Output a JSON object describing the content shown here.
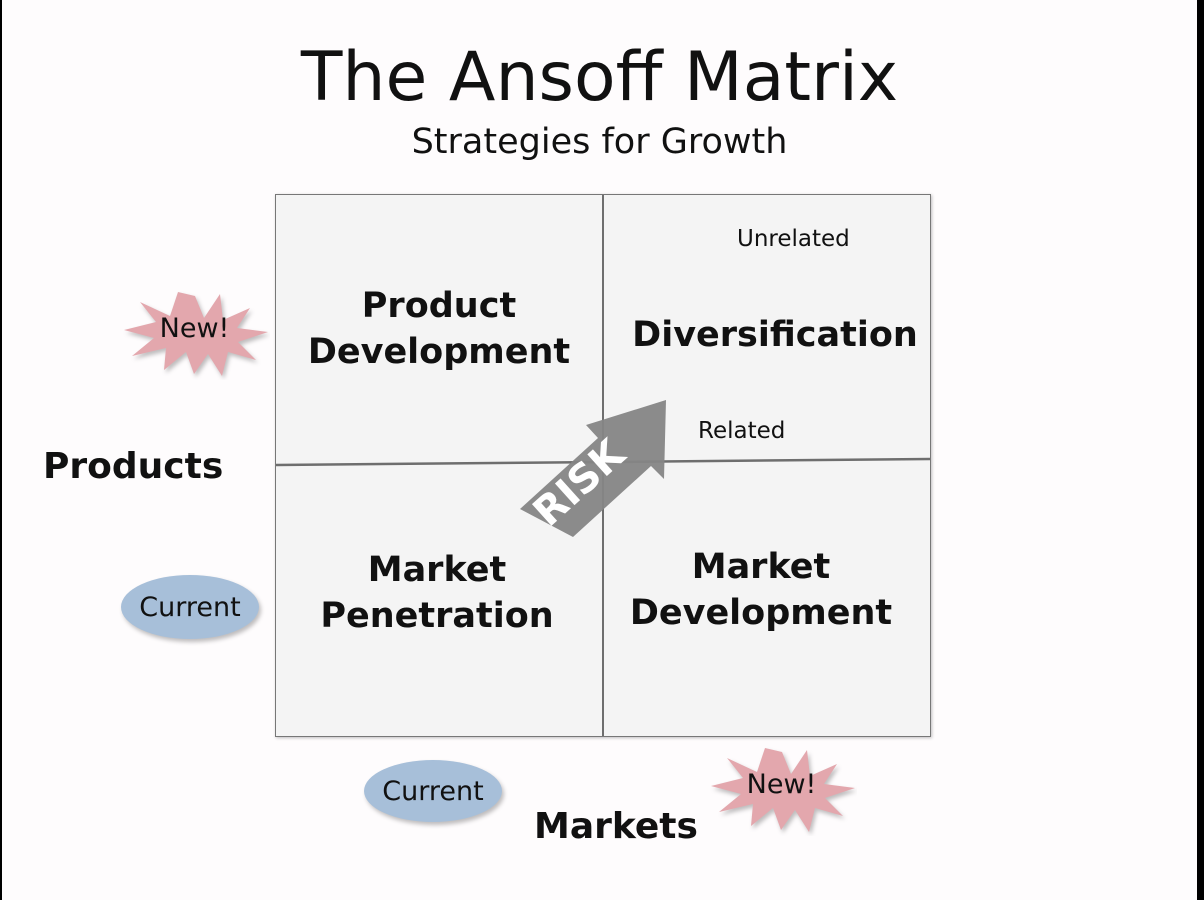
{
  "title": "The Ansoff Matrix",
  "subtitle": "Strategies for Growth",
  "matrix": {
    "quadrants": {
      "top_left": [
        "Product",
        "Development"
      ],
      "top_right": "Diversification",
      "bottom_left": [
        "Market",
        "Penetration"
      ],
      "bottom_right": [
        "Market",
        "Development"
      ]
    },
    "diversification_labels": {
      "unrelated": "Unrelated",
      "related": "Related"
    },
    "risk_arrow": {
      "label": "RISK",
      "color": "#858585"
    }
  },
  "axes": {
    "y_label": "Products",
    "x_label": "Markets",
    "y_new": "New!",
    "y_current": "Current",
    "x_current": "Current",
    "x_new": "New!"
  },
  "colors": {
    "burst": "#e3a7ad",
    "oval": "#a7bfd9",
    "matrix_bg": "#f4f4f4",
    "slide_bg": "#fefcfd"
  }
}
